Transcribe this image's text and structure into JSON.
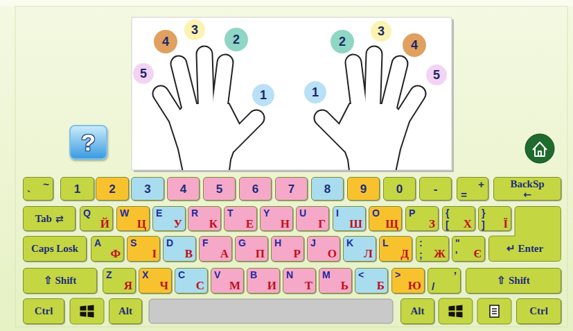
{
  "diagram": {
    "nodes": [
      {
        "text": [
          "5"
        ]
      },
      {
        "text": [
          "4"
        ]
      },
      {
        "text": [
          "3"
        ]
      },
      {
        "text": [
          "2"
        ]
      },
      {
        "text": [
          "1"
        ]
      },
      {
        "text": [
          "1"
        ]
      },
      {
        "text": [
          "2"
        ]
      },
      {
        "text": [
          "3"
        ]
      },
      {
        "text": [
          "4"
        ]
      },
      {
        "text": [
          "5"
        ]
      },
      {
        "text": [
          "?"
        ]
      },
      {
        "text": [
          "`",
          "~"
        ]
      },
      {
        "text": [
          "1"
        ]
      },
      {
        "text": [
          "2"
        ]
      },
      {
        "text": [
          "3"
        ]
      },
      {
        "text": [
          "4"
        ]
      },
      {
        "text": [
          "5"
        ]
      },
      {
        "text": [
          "6"
        ]
      },
      {
        "text": [
          "7"
        ]
      },
      {
        "text": [
          "8"
        ]
      },
      {
        "text": [
          "9"
        ]
      },
      {
        "text": [
          "0"
        ]
      },
      {
        "text": [
          "-"
        ]
      },
      {
        "text": [
          "=",
          "+"
        ]
      },
      {
        "text": [
          "BackSp",
          "←"
        ]
      },
      {
        "text": [
          "Tab",
          "⇄"
        ]
      },
      {
        "text": [
          "Q",
          "Й"
        ]
      },
      {
        "text": [
          "W",
          "Ц"
        ]
      },
      {
        "text": [
          "E",
          "У"
        ]
      },
      {
        "text": [
          "R",
          "К"
        ]
      },
      {
        "text": [
          "T",
          "Е"
        ]
      },
      {
        "text": [
          "Y",
          "Н"
        ]
      },
      {
        "text": [
          "U",
          "Г"
        ]
      },
      {
        "text": [
          "I",
          "Ш"
        ]
      },
      {
        "text": [
          "O",
          "Щ"
        ]
      },
      {
        "text": [
          "P",
          "З"
        ]
      },
      {
        "text": [
          "{",
          "[",
          "Х"
        ]
      },
      {
        "text": [
          "}",
          "]",
          "Ї"
        ]
      },
      {
        "text": [
          "Caps Losk"
        ]
      },
      {
        "text": [
          "A",
          "Ф"
        ]
      },
      {
        "text": [
          "S",
          "І"
        ]
      },
      {
        "text": [
          "D",
          "В"
        ]
      },
      {
        "text": [
          "F",
          "А"
        ]
      },
      {
        "text": [
          "G",
          "П"
        ]
      },
      {
        "text": [
          "H",
          "Р"
        ]
      },
      {
        "text": [
          "J",
          "О"
        ]
      },
      {
        "text": [
          "K",
          "Л"
        ]
      },
      {
        "text": [
          "L",
          "Д"
        ]
      },
      {
        "text": [
          ":",
          ";",
          "Ж"
        ]
      },
      {
        "text": [
          "\"",
          "'",
          "Є"
        ]
      },
      {
        "text": [
          "↵ Enter"
        ]
      },
      {
        "text": [
          "⇧ Shift"
        ]
      },
      {
        "text": [
          "Z",
          "Я"
        ]
      },
      {
        "text": [
          "X",
          "Ч"
        ]
      },
      {
        "text": [
          "C",
          "С"
        ]
      },
      {
        "text": [
          "V",
          "М"
        ]
      },
      {
        "text": [
          "B",
          "И"
        ]
      },
      {
        "text": [
          "N",
          "Т"
        ]
      },
      {
        "text": [
          "M",
          "Ь"
        ]
      },
      {
        "text": [
          "<",
          "Б"
        ]
      },
      {
        "text": [
          ">",
          "Ю"
        ]
      },
      {
        "text": [
          "/",
          "’"
        ]
      },
      {
        "text": [
          "⇧ Shift"
        ]
      },
      {
        "text": [
          "Ctrl"
        ]
      },
      {
        "text": [
          "Alt"
        ]
      },
      {
        "text": [
          "Alt"
        ]
      },
      {
        "text": [
          "Ctrl"
        ]
      }
    ]
  }
}
